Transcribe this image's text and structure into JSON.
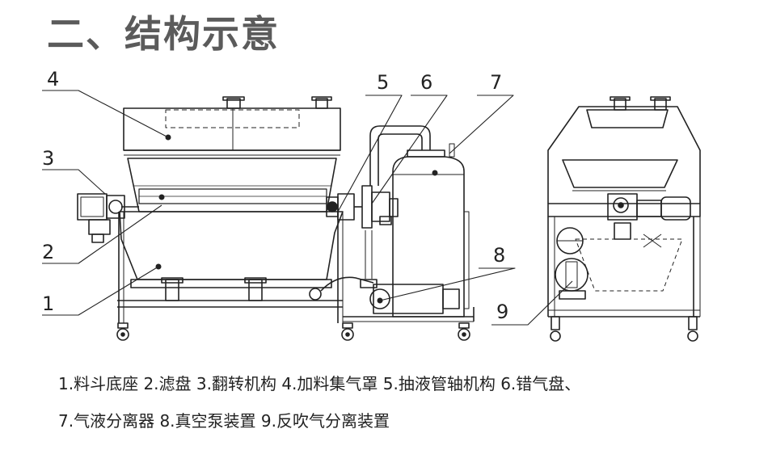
{
  "title": "二、结构示意",
  "callouts": [
    "1",
    "2",
    "3",
    "4",
    "5",
    "6",
    "7",
    "8",
    "9"
  ],
  "legend_lines": [
    "1.料斗底座  2.滤盘  3.翻转机构  4.加料集气罩  5.抽液管轴机构  6.错气盘、",
    "7.气液分离器  8.真空泵装置 9.反吹气分离装置"
  ],
  "colors": {
    "title": "#5b5b5b",
    "line": "#222222",
    "caption": "#222222"
  }
}
